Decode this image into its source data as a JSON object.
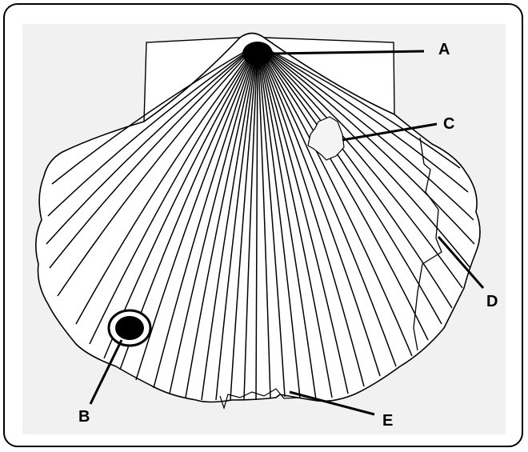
{
  "colors": {
    "background": "#f1f1f1",
    "outline": "#000000",
    "shell": "#ffffff"
  },
  "labels": {
    "A": "A",
    "B": "B",
    "C": "C",
    "D": "D",
    "E": "E"
  }
}
